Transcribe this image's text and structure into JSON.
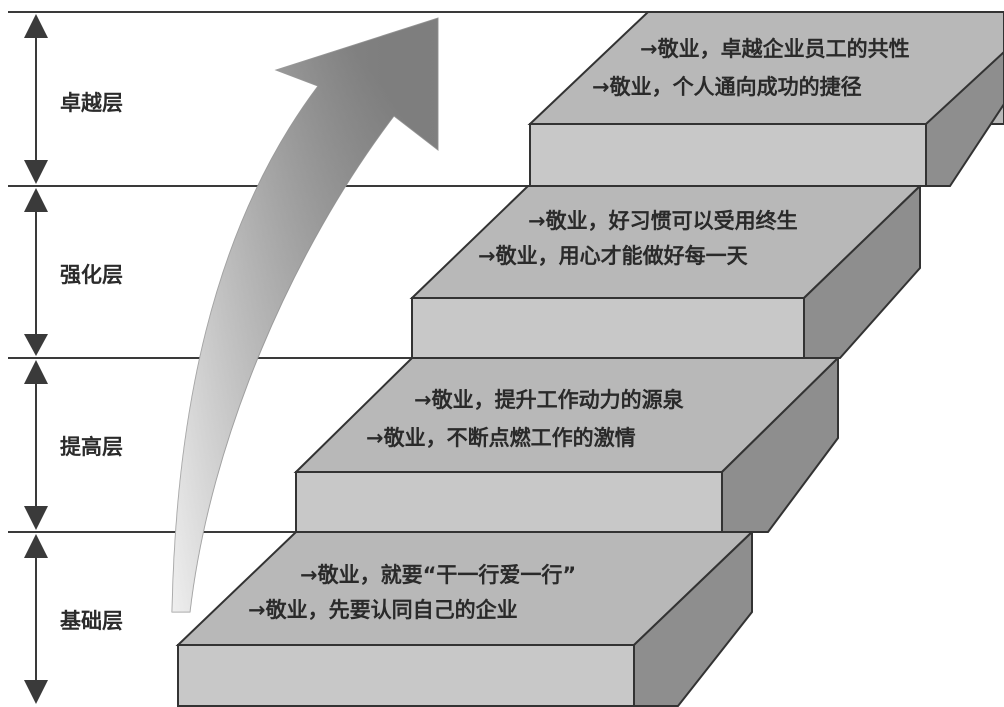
{
  "levels": [
    {
      "label": "卓越层"
    },
    {
      "label": "强化层"
    },
    {
      "label": "提高层"
    },
    {
      "label": "基础层"
    }
  ],
  "steps": [
    {
      "lines": [
        "→敬业，卓越企业员工的共性",
        "→敬业，个人通向成功的捷径"
      ]
    },
    {
      "lines": [
        "→敬业，好习惯可以受用终生",
        "→敬业，用心才能做好每一天"
      ]
    },
    {
      "lines": [
        "→敬业，提升工作动力的源泉",
        "→敬业，不断点燃工作的激情"
      ]
    },
    {
      "lines": [
        "→敬业，就要“干一行爱一行”",
        "→敬业，先要认同自己的企业"
      ]
    }
  ],
  "colors": {
    "step_top": "#b7b7b7",
    "step_front": "#c6c6c6",
    "step_side": "#8f8f8f",
    "arrow_dark": "#8a8a8a",
    "arrow_light": "#d9d9d9",
    "lines": "#3a3a3a",
    "text": "#2a2a2a"
  }
}
